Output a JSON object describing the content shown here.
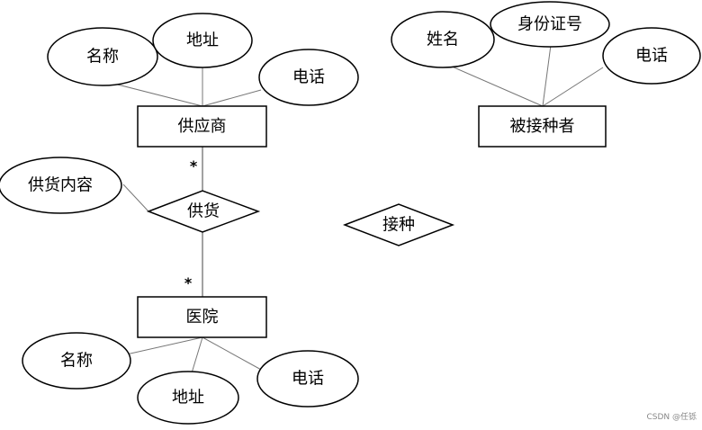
{
  "entities": {
    "supplier": "供应商",
    "vaccinee": "被接种者",
    "hospital": "医院"
  },
  "relationships": {
    "supply": "供货",
    "vaccinate": "接种"
  },
  "attributes": {
    "supplier_name": "名称",
    "supplier_address": "地址",
    "supplier_phone": "电话",
    "vaccinee_name": "姓名",
    "vaccinee_id": "身份证号",
    "vaccinee_phone": "电话",
    "supply_content": "供货内容",
    "hospital_name": "名称",
    "hospital_address": "地址",
    "hospital_phone": "电话"
  },
  "cardinality": {
    "supplier_side": "*",
    "hospital_side": "*"
  },
  "watermark": "CSDN @任铄"
}
